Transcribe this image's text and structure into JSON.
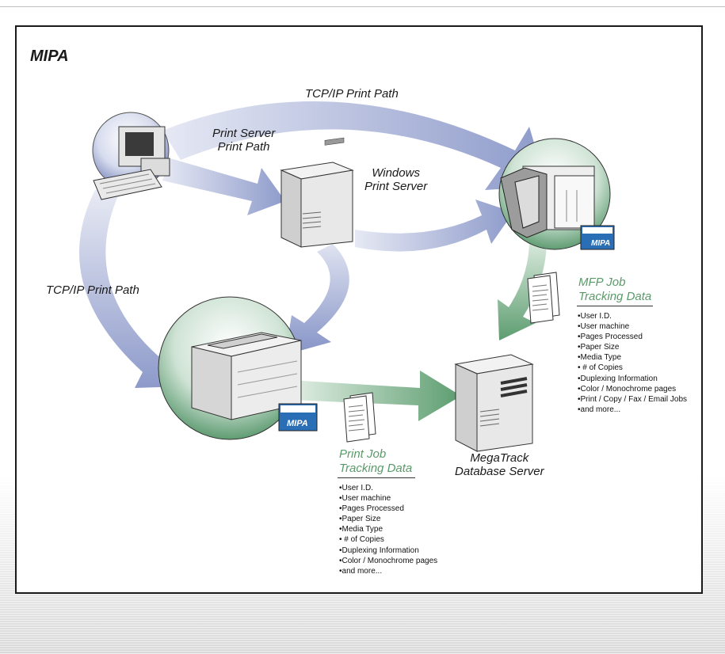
{
  "title": "MIPA",
  "labels": {
    "tcpip_top": "TCP/IP Print Path",
    "print_server_path": [
      "Print Server",
      "Print Path"
    ],
    "windows_print_server": [
      "Windows",
      "Print Server"
    ],
    "tcpip_left": "TCP/IP Print Path",
    "megatrack": [
      "MegaTrack",
      "Database Server"
    ]
  },
  "mfp_tracking": {
    "heading": [
      "MFP Job",
      "Tracking Data"
    ],
    "items": [
      "User I.D.",
      "User machine",
      "Pages Processed",
      "Paper Size",
      "Media Type",
      " # of Copies",
      "Duplexing Information",
      "Color / Monochrome pages",
      "Print / Copy / Fax / Email Jobs",
      "and more..."
    ]
  },
  "print_tracking": {
    "heading": [
      "Print Job",
      "Tracking Data"
    ],
    "items": [
      "User I.D.",
      "User machine",
      "Pages Processed",
      "Paper Size",
      "Media Type",
      " # of Copies",
      "Duplexing Information",
      "Color / Monochrome pages",
      "and more..."
    ]
  },
  "badge_text": "MIPA",
  "colors": {
    "arrow_blue": "#9aa6cf",
    "arrow_green": "#6aa67a",
    "heading_green": "#5a9a6a",
    "badge_blue": "#2a6fb5"
  }
}
